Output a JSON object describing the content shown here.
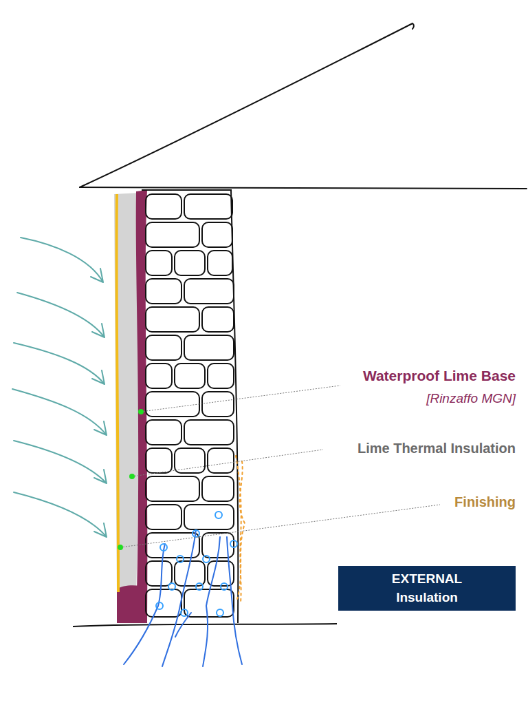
{
  "diagram": {
    "nodes": [
      {
        "text": [
          "EXTERNAL Insulation"
        ]
      }
    ],
    "labels": [
      "Waterproof Lime Base",
      "[Rinzaffo MGN]",
      "Lime Thermal Insulation",
      "Finishing"
    ]
  }
}
